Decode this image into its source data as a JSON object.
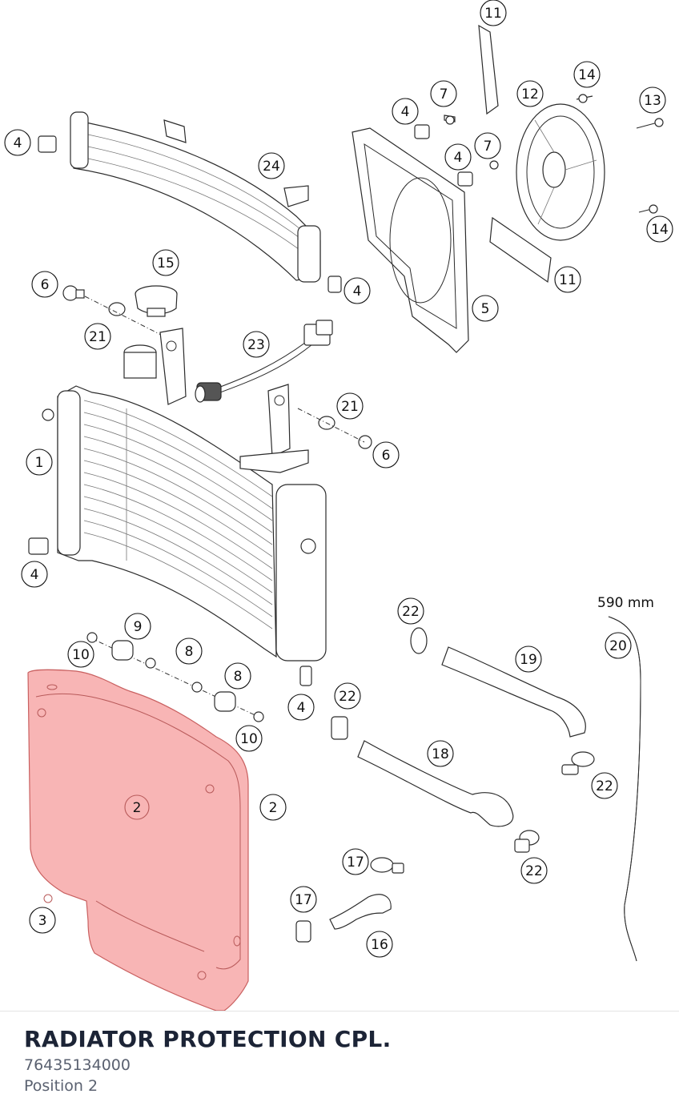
{
  "diagram": {
    "callouts": [
      {
        "label": "11"
      },
      {
        "label": "14"
      },
      {
        "label": "7"
      },
      {
        "label": "4"
      },
      {
        "label": "12"
      },
      {
        "label": "13"
      },
      {
        "label": "4"
      },
      {
        "label": "24"
      },
      {
        "label": "7"
      },
      {
        "label": "4"
      },
      {
        "label": "14"
      },
      {
        "label": "15"
      },
      {
        "label": "11"
      },
      {
        "label": "6"
      },
      {
        "label": "4"
      },
      {
        "label": "21"
      },
      {
        "label": "5"
      },
      {
        "label": "23"
      },
      {
        "label": "21"
      },
      {
        "label": "6"
      },
      {
        "label": "1"
      },
      {
        "label": "4"
      },
      {
        "label": "22"
      },
      {
        "label": "20"
      },
      {
        "label": "9"
      },
      {
        "label": "8"
      },
      {
        "label": "10"
      },
      {
        "label": "19"
      },
      {
        "label": "8"
      },
      {
        "label": "4"
      },
      {
        "label": "22"
      },
      {
        "label": "10"
      },
      {
        "label": "18"
      },
      {
        "label": "22"
      },
      {
        "label": "2"
      },
      {
        "label": "17"
      },
      {
        "label": "22"
      },
      {
        "label": "3"
      },
      {
        "label": "17"
      },
      {
        "label": "16"
      },
      {
        "label": "2"
      }
    ],
    "hose_length_note": "590 mm",
    "highlight_color": "#f7a8a8"
  },
  "part_info": {
    "title": "RADIATOR PROTECTION CPL.",
    "part_number": "76435134000",
    "position_label": "Position",
    "position_value": "2"
  }
}
